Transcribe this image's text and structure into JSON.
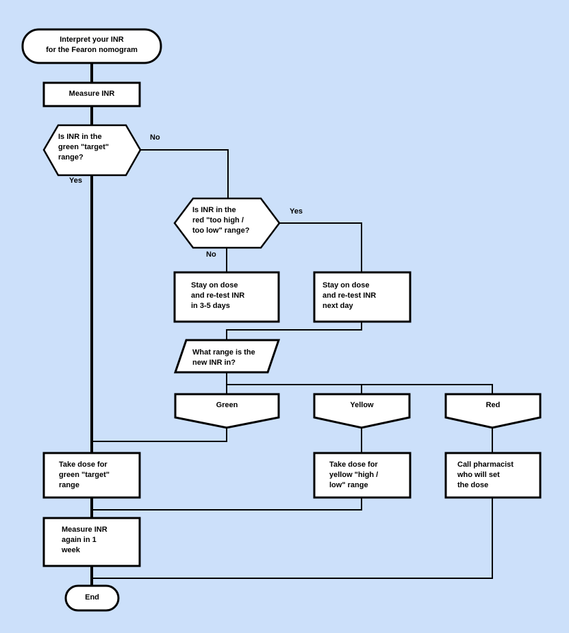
{
  "diagram": {
    "title": "Interpret your INR for the Fearon nomogram",
    "background_color": "#cce0fa",
    "shape_fill": "#ffffff",
    "shape_stroke": "#000000"
  },
  "nodes": {
    "start": {
      "label": "Interpret your INR\nfor the Fearon nomogram",
      "shape": "terminator"
    },
    "measure_inr": {
      "label": "Measure INR",
      "shape": "process"
    },
    "decision_green": {
      "label": "Is INR in the\ngreen \"target\"\nrange?",
      "shape": "decision-hexagon"
    },
    "decision_red": {
      "label": "Is INR in the\nred \"too high /\ntoo low\" range?",
      "shape": "decision-hexagon"
    },
    "stay_3_5_days": {
      "label": "Stay on dose\nand re-test INR\nin 3-5 days",
      "shape": "process"
    },
    "stay_next_day": {
      "label": "Stay on dose\nand re-test INR\nnext day",
      "shape": "process"
    },
    "what_range": {
      "label": "What range is the\nnew INR in?",
      "shape": "data-parallelogram"
    },
    "range_green": {
      "label": "Green",
      "shape": "merge"
    },
    "range_yellow": {
      "label": "Yellow",
      "shape": "merge"
    },
    "range_red": {
      "label": "Red",
      "shape": "merge"
    },
    "dose_green": {
      "label": "Take dose for\ngreen \"target\"\nrange",
      "shape": "process"
    },
    "dose_yellow": {
      "label": "Take dose for\nyellow \"high /\nlow\" range",
      "shape": "process"
    },
    "call_pharmacist": {
      "label": "Call pharmacist\nwho will set\nthe dose",
      "shape": "process"
    },
    "measure_again": {
      "label": "Measure INR\nagain in 1\nweek",
      "shape": "process"
    },
    "end": {
      "label": "End",
      "shape": "terminator"
    }
  },
  "edge_labels": {
    "green_no": "No",
    "green_yes": "Yes",
    "red_yes": "Yes",
    "red_no": "No"
  }
}
